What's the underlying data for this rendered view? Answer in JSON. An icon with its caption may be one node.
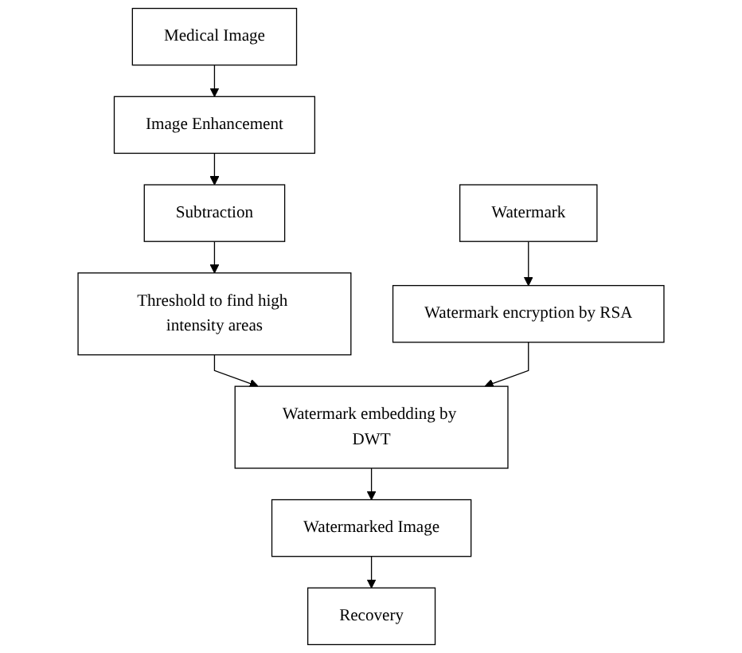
{
  "diagram": {
    "nodes": [
      {
        "text": [
          "Medical Image"
        ]
      },
      {
        "text": [
          "Image Enhancement"
        ]
      },
      {
        "text": [
          "Subtraction"
        ]
      },
      {
        "text": [
          "Threshold to find high intensity areas"
        ]
      },
      {
        "text": [
          "Watermark"
        ]
      },
      {
        "text": [
          "Watermark encryption by RSA"
        ]
      },
      {
        "text": [
          "Watermark embedding by DWT"
        ]
      },
      {
        "text": [
          "Watermarked Image"
        ]
      },
      {
        "text": [
          "Recovery"
        ]
      }
    ],
    "edges": [
      {
        "from": 0,
        "to": 1,
        "arrow": "to"
      },
      {
        "from": 1,
        "to": 2,
        "arrow": "to"
      },
      {
        "from": 2,
        "to": 3,
        "arrow": "to"
      },
      {
        "from": 3,
        "to": 6,
        "arrow": "to"
      },
      {
        "from": 4,
        "to": 5,
        "arrow": "to"
      },
      {
        "from": 5,
        "to": 6,
        "arrow": "to"
      },
      {
        "from": 6,
        "to": 7,
        "arrow": "to"
      },
      {
        "from": 7,
        "to": 8,
        "arrow": "to"
      }
    ]
  }
}
